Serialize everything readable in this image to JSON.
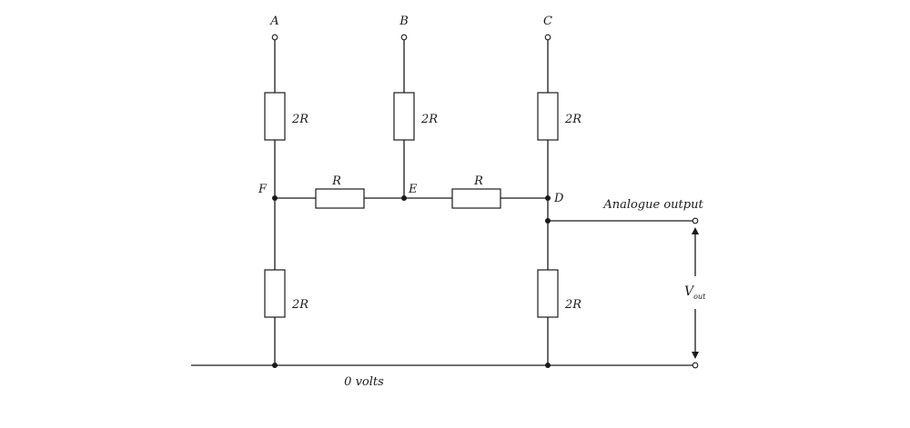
{
  "terminals": {
    "a": "A",
    "b": "B",
    "c": "C"
  },
  "nodes": {
    "f": "F",
    "e": "E",
    "d": "D"
  },
  "resistors": {
    "top_a": "2R",
    "top_b": "2R",
    "top_c": "2R",
    "fe": "R",
    "ed": "R",
    "bottom_f": "2R",
    "bottom_d": "2R"
  },
  "output_label": "Analogue output",
  "vout": {
    "main": "V",
    "sub": "out"
  },
  "ground_label": "0 volts"
}
